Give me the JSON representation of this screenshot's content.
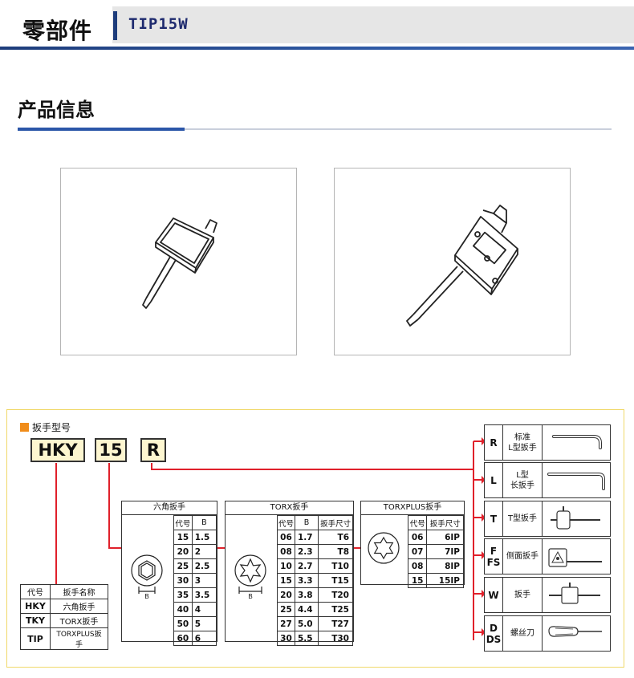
{
  "header": {
    "category": "零部件",
    "model": "TIP15W"
  },
  "section": {
    "title": "产品信息"
  },
  "diagram": {
    "heading": "扳手型号",
    "codes": [
      "HKY",
      "15",
      "R"
    ],
    "accent_color": "#e0202a",
    "code_table": {
      "headers": [
        "代号",
        "扳手名称"
      ],
      "rows": [
        [
          "HKY",
          "六角扳手"
        ],
        [
          "TKY",
          "TORX扳手"
        ],
        [
          "TIP",
          "TORXPLUS扳手"
        ]
      ]
    },
    "hex": {
      "title": "六角扳手",
      "headers": [
        "代号",
        "B"
      ],
      "rows": [
        [
          "15",
          "1.5"
        ],
        [
          "20",
          "2"
        ],
        [
          "25",
          "2.5"
        ],
        [
          "30",
          "3"
        ],
        [
          "35",
          "3.5"
        ],
        [
          "40",
          "4"
        ],
        [
          "50",
          "5"
        ],
        [
          "60",
          "6"
        ]
      ],
      "dim_label": "B"
    },
    "torx": {
      "title": "TORX扳手",
      "headers": [
        "代号",
        "B",
        "扳手尺寸"
      ],
      "rows": [
        [
          "06",
          "1.7",
          "T6"
        ],
        [
          "08",
          "2.3",
          "T8"
        ],
        [
          "10",
          "2.7",
          "T10"
        ],
        [
          "15",
          "3.3",
          "T15"
        ],
        [
          "20",
          "3.8",
          "T20"
        ],
        [
          "25",
          "4.4",
          "T25"
        ],
        [
          "27",
          "5.0",
          "T27"
        ],
        [
          "30",
          "5.5",
          "T30"
        ]
      ],
      "dim_label": "B"
    },
    "torxplus": {
      "title": "TORXPLUS扳手",
      "headers": [
        "代号",
        "扳手尺寸"
      ],
      "rows": [
        [
          "06",
          "6IP"
        ],
        [
          "07",
          "7IP"
        ],
        [
          "08",
          "8IP"
        ],
        [
          "15",
          "15IP"
        ]
      ]
    },
    "types": [
      {
        "code1": "R",
        "code2": "",
        "name1": "标准",
        "name2": "L型扳手",
        "icon": "l-wrench-icon"
      },
      {
        "code1": "L",
        "code2": "",
        "name1": "L型",
        "name2": "长扳手",
        "icon": "long-l-wrench-icon"
      },
      {
        "code1": "T",
        "code2": "",
        "name1": "T型扳手",
        "name2": "",
        "icon": "t-wrench-icon"
      },
      {
        "code1": "F",
        "code2": "FS",
        "name1": "侧面扳手",
        "name2": "",
        "icon": "side-wrench-icon"
      },
      {
        "code1": "W",
        "code2": "",
        "name1": "扳手",
        "name2": "",
        "icon": "flag-wrench-icon"
      },
      {
        "code1": "D",
        "code2": "DS",
        "name1": "螺丝刀",
        "name2": "",
        "icon": "screwdriver-icon"
      }
    ]
  }
}
